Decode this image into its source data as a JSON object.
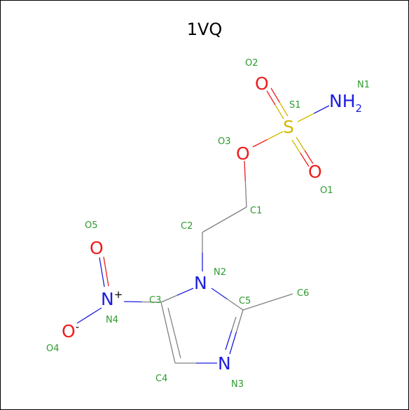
{
  "title": "1VQ",
  "colors": {
    "oxygen": "#ee1c1c",
    "nitrogen": "#1d1de0",
    "sulfur": "#d2b800",
    "carbon_bond": "#808080",
    "atom_label": "#2e9a2e"
  },
  "atoms": {
    "N1": {
      "symbol": "NH",
      "subscript": "2",
      "label": "N1"
    },
    "O2": {
      "symbol": "O",
      "label": "O2"
    },
    "S1": {
      "symbol": "S",
      "label": "S1"
    },
    "O3": {
      "symbol": "O",
      "label": "O3"
    },
    "O1": {
      "symbol": "O",
      "label": "O1"
    },
    "C1": {
      "label": "C1"
    },
    "C2": {
      "label": "C2"
    },
    "O5": {
      "symbol": "O",
      "label": "O5"
    },
    "N2": {
      "symbol": "N",
      "label": "N2"
    },
    "N4": {
      "symbol": "N",
      "superscript": "+",
      "label": "N4"
    },
    "C3": {
      "label": "C3"
    },
    "C5": {
      "label": "C5"
    },
    "C6": {
      "label": "C6"
    },
    "O4": {
      "symbol": "O",
      "superscript": "-",
      "label": "O4"
    },
    "C4": {
      "label": "C4"
    },
    "N3": {
      "symbol": "N",
      "label": "N3"
    }
  }
}
